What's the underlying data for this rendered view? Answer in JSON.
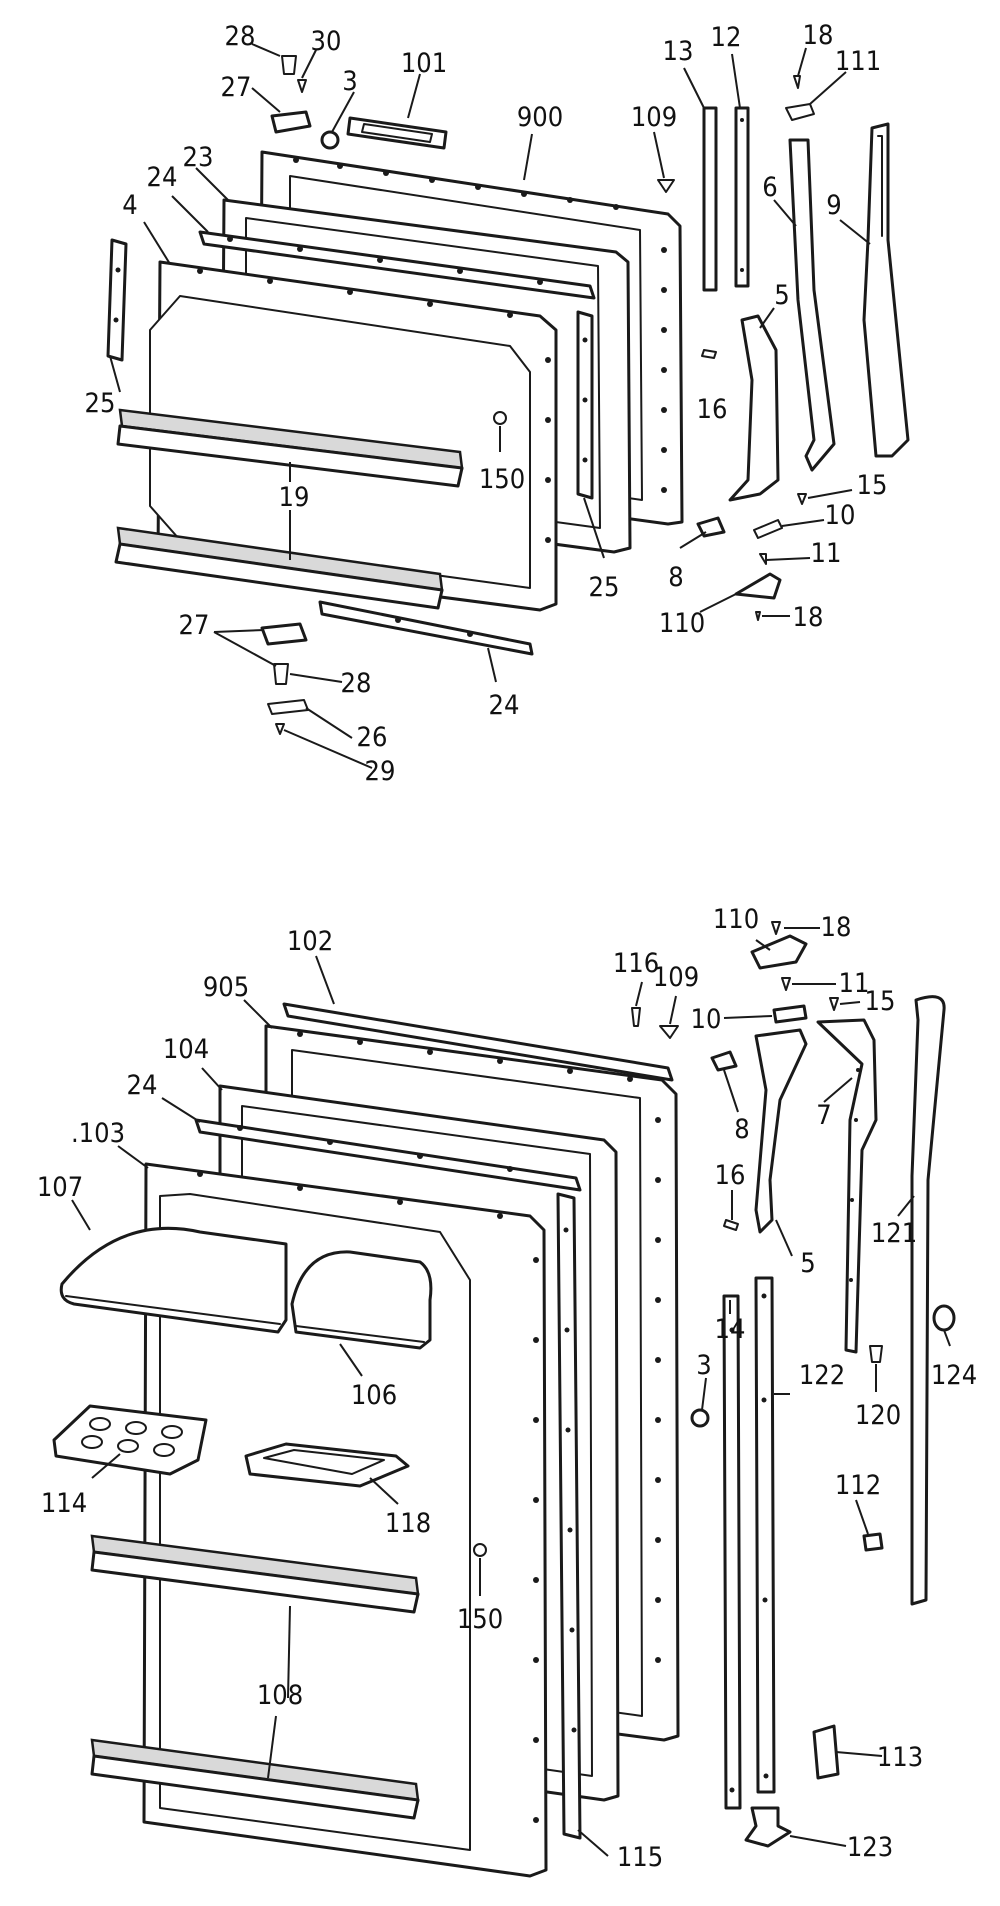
{
  "upper_door": {
    "callouts": {
      "c28_top": "28",
      "c30": "30",
      "c27_top": "27",
      "c3": "3",
      "c101": "101",
      "c900": "900",
      "c109": "109",
      "c13": "13",
      "c12": "12",
      "c18_top": "18",
      "c111": "111",
      "c23": "23",
      "c24_top": "24",
      "c4": "4",
      "c6": "6",
      "c9": "9",
      "c5": "5",
      "c16": "16",
      "c25_left": "25",
      "c150": "150",
      "c19": "19",
      "c25_right": "25",
      "c15": "15",
      "c10": "10",
      "c11": "11",
      "c8": "8",
      "c110": "110",
      "c18_bottom": "18",
      "c27_bottom": "27",
      "c28_bottom": "28",
      "c24_bottom": "24",
      "c26": "26",
      "c29": "29"
    }
  },
  "lower_door": {
    "callouts": {
      "c102": "102",
      "c110": "110",
      "c18": "18",
      "c116": "116",
      "c109": "109",
      "c905": "905",
      "c11": "11",
      "c15": "15",
      "c10": "10",
      "c104": "104",
      "c24": "24",
      "c8": "8",
      "c7": "7",
      "c103": ".103",
      "c107": "107",
      "c16": "16",
      "c121": "121",
      "c5": "5",
      "c14": "14",
      "c3": "3",
      "c122": "122",
      "c124": "124",
      "c106": "106",
      "c120": "120",
      "c114": "114",
      "c118": "118",
      "c112": "112",
      "c150": "150",
      "c108": "108",
      "c113": "113",
      "c115": "115",
      "c123": "123"
    }
  }
}
